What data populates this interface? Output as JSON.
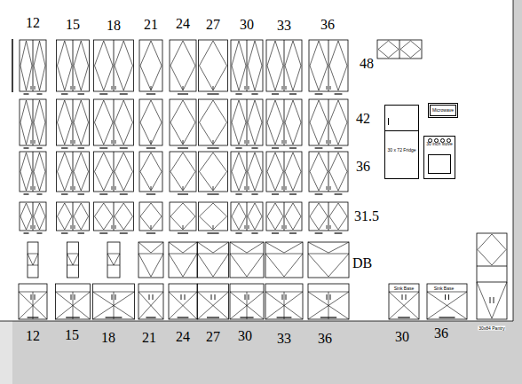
{
  "diagram": {
    "nodes": [
      {
        "text": [
          "Microwave"
        ]
      },
      {
        "text": [
          "30 x 72 Fridge"
        ]
      },
      {
        "text": [
          "30 inch stove"
        ]
      }
    ],
    "labels": [
      "12",
      "15",
      "18",
      "21",
      "24",
      "27",
      "30",
      "33",
      "36",
      "48",
      "42",
      "36",
      "31.5",
      "DB",
      "12",
      "15",
      "18",
      "21",
      "24",
      "27",
      "30",
      "33",
      "36",
      "30",
      "36",
      "Sink Base",
      "Sink Base",
      "30x84 Pantry"
    ]
  }
}
